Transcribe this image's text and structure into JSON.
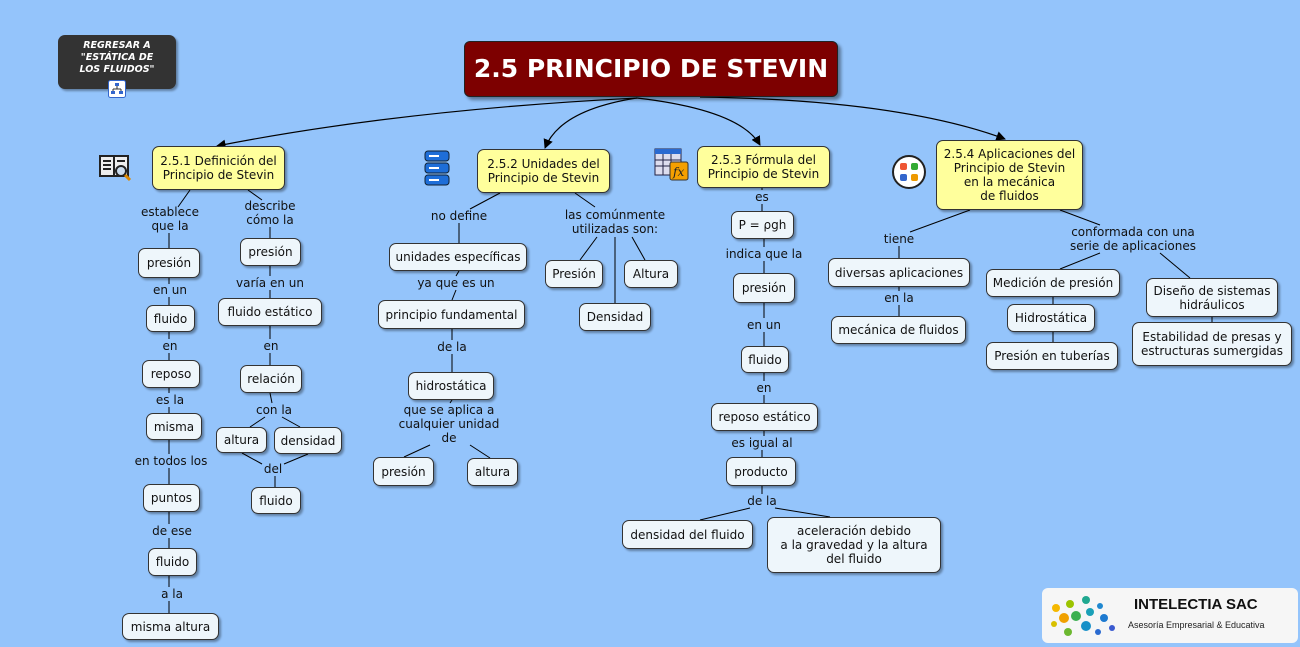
{
  "title": "2.5 PRINCIPIO DE STEVIN",
  "back_button": "REGRESAR A\n\"ESTÁTICA DE\nLOS FLUIDOS\"",
  "sections": {
    "s1": "2.5.1 Definición del\nPrincipio de Stevin",
    "s2": "2.5.2 Unidades del\nPrincipio de Stevin",
    "s3": "2.5.3 Fórmula del\nPrincipio de Stevin",
    "s4": "2.5.4 Aplicaciones del\nPrincipio de Stevin\nen la mecánica\nde fluidos"
  },
  "col1": {
    "l_establece": "establece\nque la",
    "presion": "presión",
    "l_enun": "en un",
    "fluido": "fluido",
    "l_en": "en",
    "reposo": "reposo",
    "l_esla": "es la",
    "misma": "misma",
    "l_todos": "en todos los",
    "puntos": "puntos",
    "l_deese": "de ese",
    "fluido2": "fluido",
    "l_ala": "a la",
    "misma_altura": "misma altura"
  },
  "col2": {
    "l_describe": "describe\ncómo la",
    "presion": "presión",
    "l_varia": "varía en un",
    "fluido_estatico": "fluido estático",
    "l_en": "en",
    "relacion": "relación",
    "l_conla": "con la",
    "altura": "altura",
    "densidad": "densidad",
    "l_del": "del",
    "fluido": "fluido"
  },
  "col3": {
    "l_nodefine": "no define",
    "unidades": "unidades específicas",
    "l_yaque": "ya que es un",
    "principio": "principio fundamental",
    "l_dela": "de la",
    "hidrostatica": "hidrostática",
    "l_seaplica": "que se aplica a\ncualquier unidad\nde",
    "presion": "presión",
    "altura": "altura",
    "l_comun": "las comúnmente\nutilizadas son:",
    "Presion": "Presión",
    "Altura": "Altura",
    "Densidad": "Densidad"
  },
  "col4": {
    "l_es": "es",
    "formula": "P = ρgh",
    "l_indica": "indica que la",
    "presion": "presión",
    "l_enun": "en un",
    "fluido": "fluido",
    "l_en": "en",
    "reposo": "reposo estático",
    "l_igual": "es igual al",
    "producto": "producto",
    "l_dela": "de la",
    "densidad": "densidad del fluido",
    "aceleracion": "aceleración debido\na la gravedad y la altura\ndel fluido"
  },
  "col5": {
    "l_tiene": "tiene",
    "diversas": "diversas aplicaciones",
    "l_enla": "en la",
    "mecanica": "mecánica de fluidos",
    "l_conformada": "conformada con una\nserie de aplicaciones",
    "medicion": "Medición de presión",
    "hidrostatica": "Hidrostática",
    "tuberias": "Presión en tuberías",
    "diseno": "Diseño de sistemas\nhidráulicos",
    "estabilidad": "Estabilidad de presas y\nestructuras sumergidas"
  },
  "logo": {
    "name": "INTELECTIA SAC",
    "tagline": "Asesoría Empresarial & Educativa"
  },
  "colors": {
    "background": "#94c4fb",
    "title": "#7d0000",
    "section": "#ffff9c",
    "concept": "#eef6fb"
  }
}
